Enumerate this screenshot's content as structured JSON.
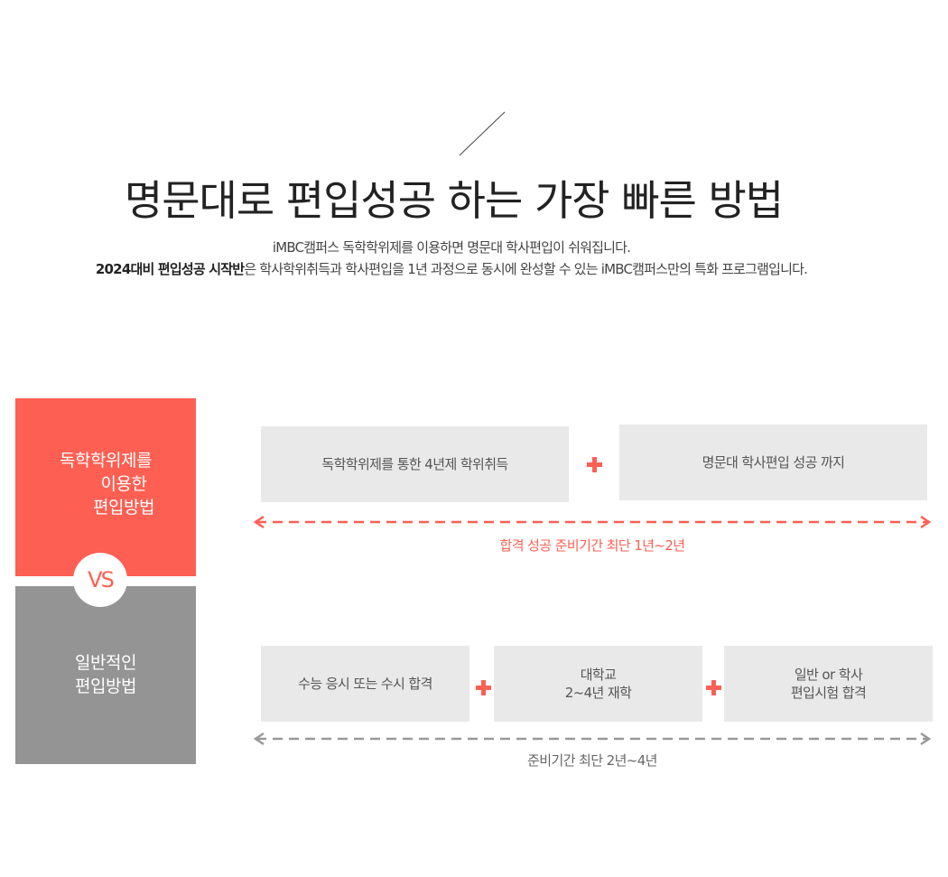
{
  "header": {
    "title": "명문대로 편입성공 하는 가장 빠른 방법",
    "subtitle_line1": "iMBC캠퍼스 독학학위제를 이용하면 명문대 학사편입이 쉬워집니다.",
    "subtitle_line2_bold": "2024대비 편입성공 시작반",
    "subtitle_line2_rest": "은 학사학위취득과 학사편입을 1년 과정으로 동시에 완성할 수 있는  iMBC캠퍼스만의 특화 프로그램입니다."
  },
  "comparison": {
    "vs_label": "VS",
    "method_a": {
      "label_lines": [
        "독학학위제를",
        "이용한",
        "편입방법"
      ],
      "steps": [
        "독학학위제를 통한 4년제 학위취득",
        "명문대 학사편입 성공 까지"
      ],
      "duration": "합격 성공 준비기간 최단 1년~2년",
      "accent_color": "#fd5f53"
    },
    "method_b": {
      "label_lines": [
        "일반적인",
        "편입방법"
      ],
      "steps": [
        {
          "line1": "수능  응시 또는  수시 합격",
          "line2": ""
        },
        {
          "line1": "대학교",
          "line2": "2~4년 재학"
        },
        {
          "line1": "일반 or 학사",
          "line2": "편입시험 합격"
        }
      ],
      "duration": "준비기간 최단 2년~4년",
      "accent_color": "#949494"
    }
  }
}
